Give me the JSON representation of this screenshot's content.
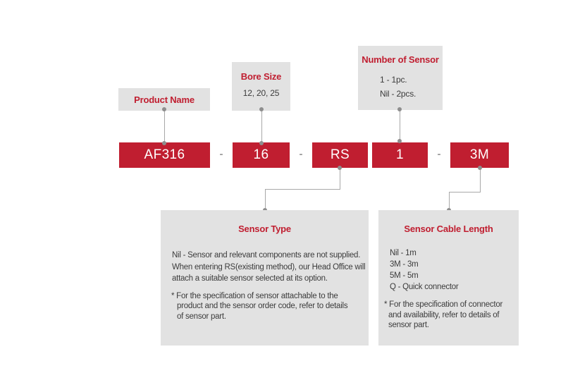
{
  "colors": {
    "red": "#c01e30",
    "box_gray": "#e2e2e2",
    "line_gray": "#a8a8a8",
    "text_dark": "#3c3c3c"
  },
  "code_row": {
    "segments": [
      "AF316",
      "16",
      "RS",
      "1",
      "3M"
    ],
    "separator": "-"
  },
  "callouts": {
    "product_name": {
      "title": "Product Name"
    },
    "bore_size": {
      "title": "Bore Size",
      "values": "12, 20, 25"
    },
    "number_of_sensor": {
      "title": "Number of Sensor",
      "options": [
        "1 - 1pc.",
        "Nil - 2pcs."
      ]
    },
    "sensor_type": {
      "title": "Sensor Type",
      "description_lines": [
        "Nil - Sensor and relevant components are not supplied.",
        "When entering RS(existing method), our Head Office will",
        "attach a suitable sensor selected at its option."
      ],
      "note_lines": [
        "* For the specification of sensor attachable to the",
        "product and the sensor order code, refer to details",
        "of sensor part."
      ]
    },
    "sensor_cable_length": {
      "title": "Sensor Cable Length",
      "options": [
        "Nil - 1m",
        "3M - 3m",
        "5M - 5m",
        "Q - Quick connector"
      ],
      "note_lines": [
        "* For the specification of connector",
        "and availability, refer to details of",
        "sensor part."
      ]
    }
  }
}
